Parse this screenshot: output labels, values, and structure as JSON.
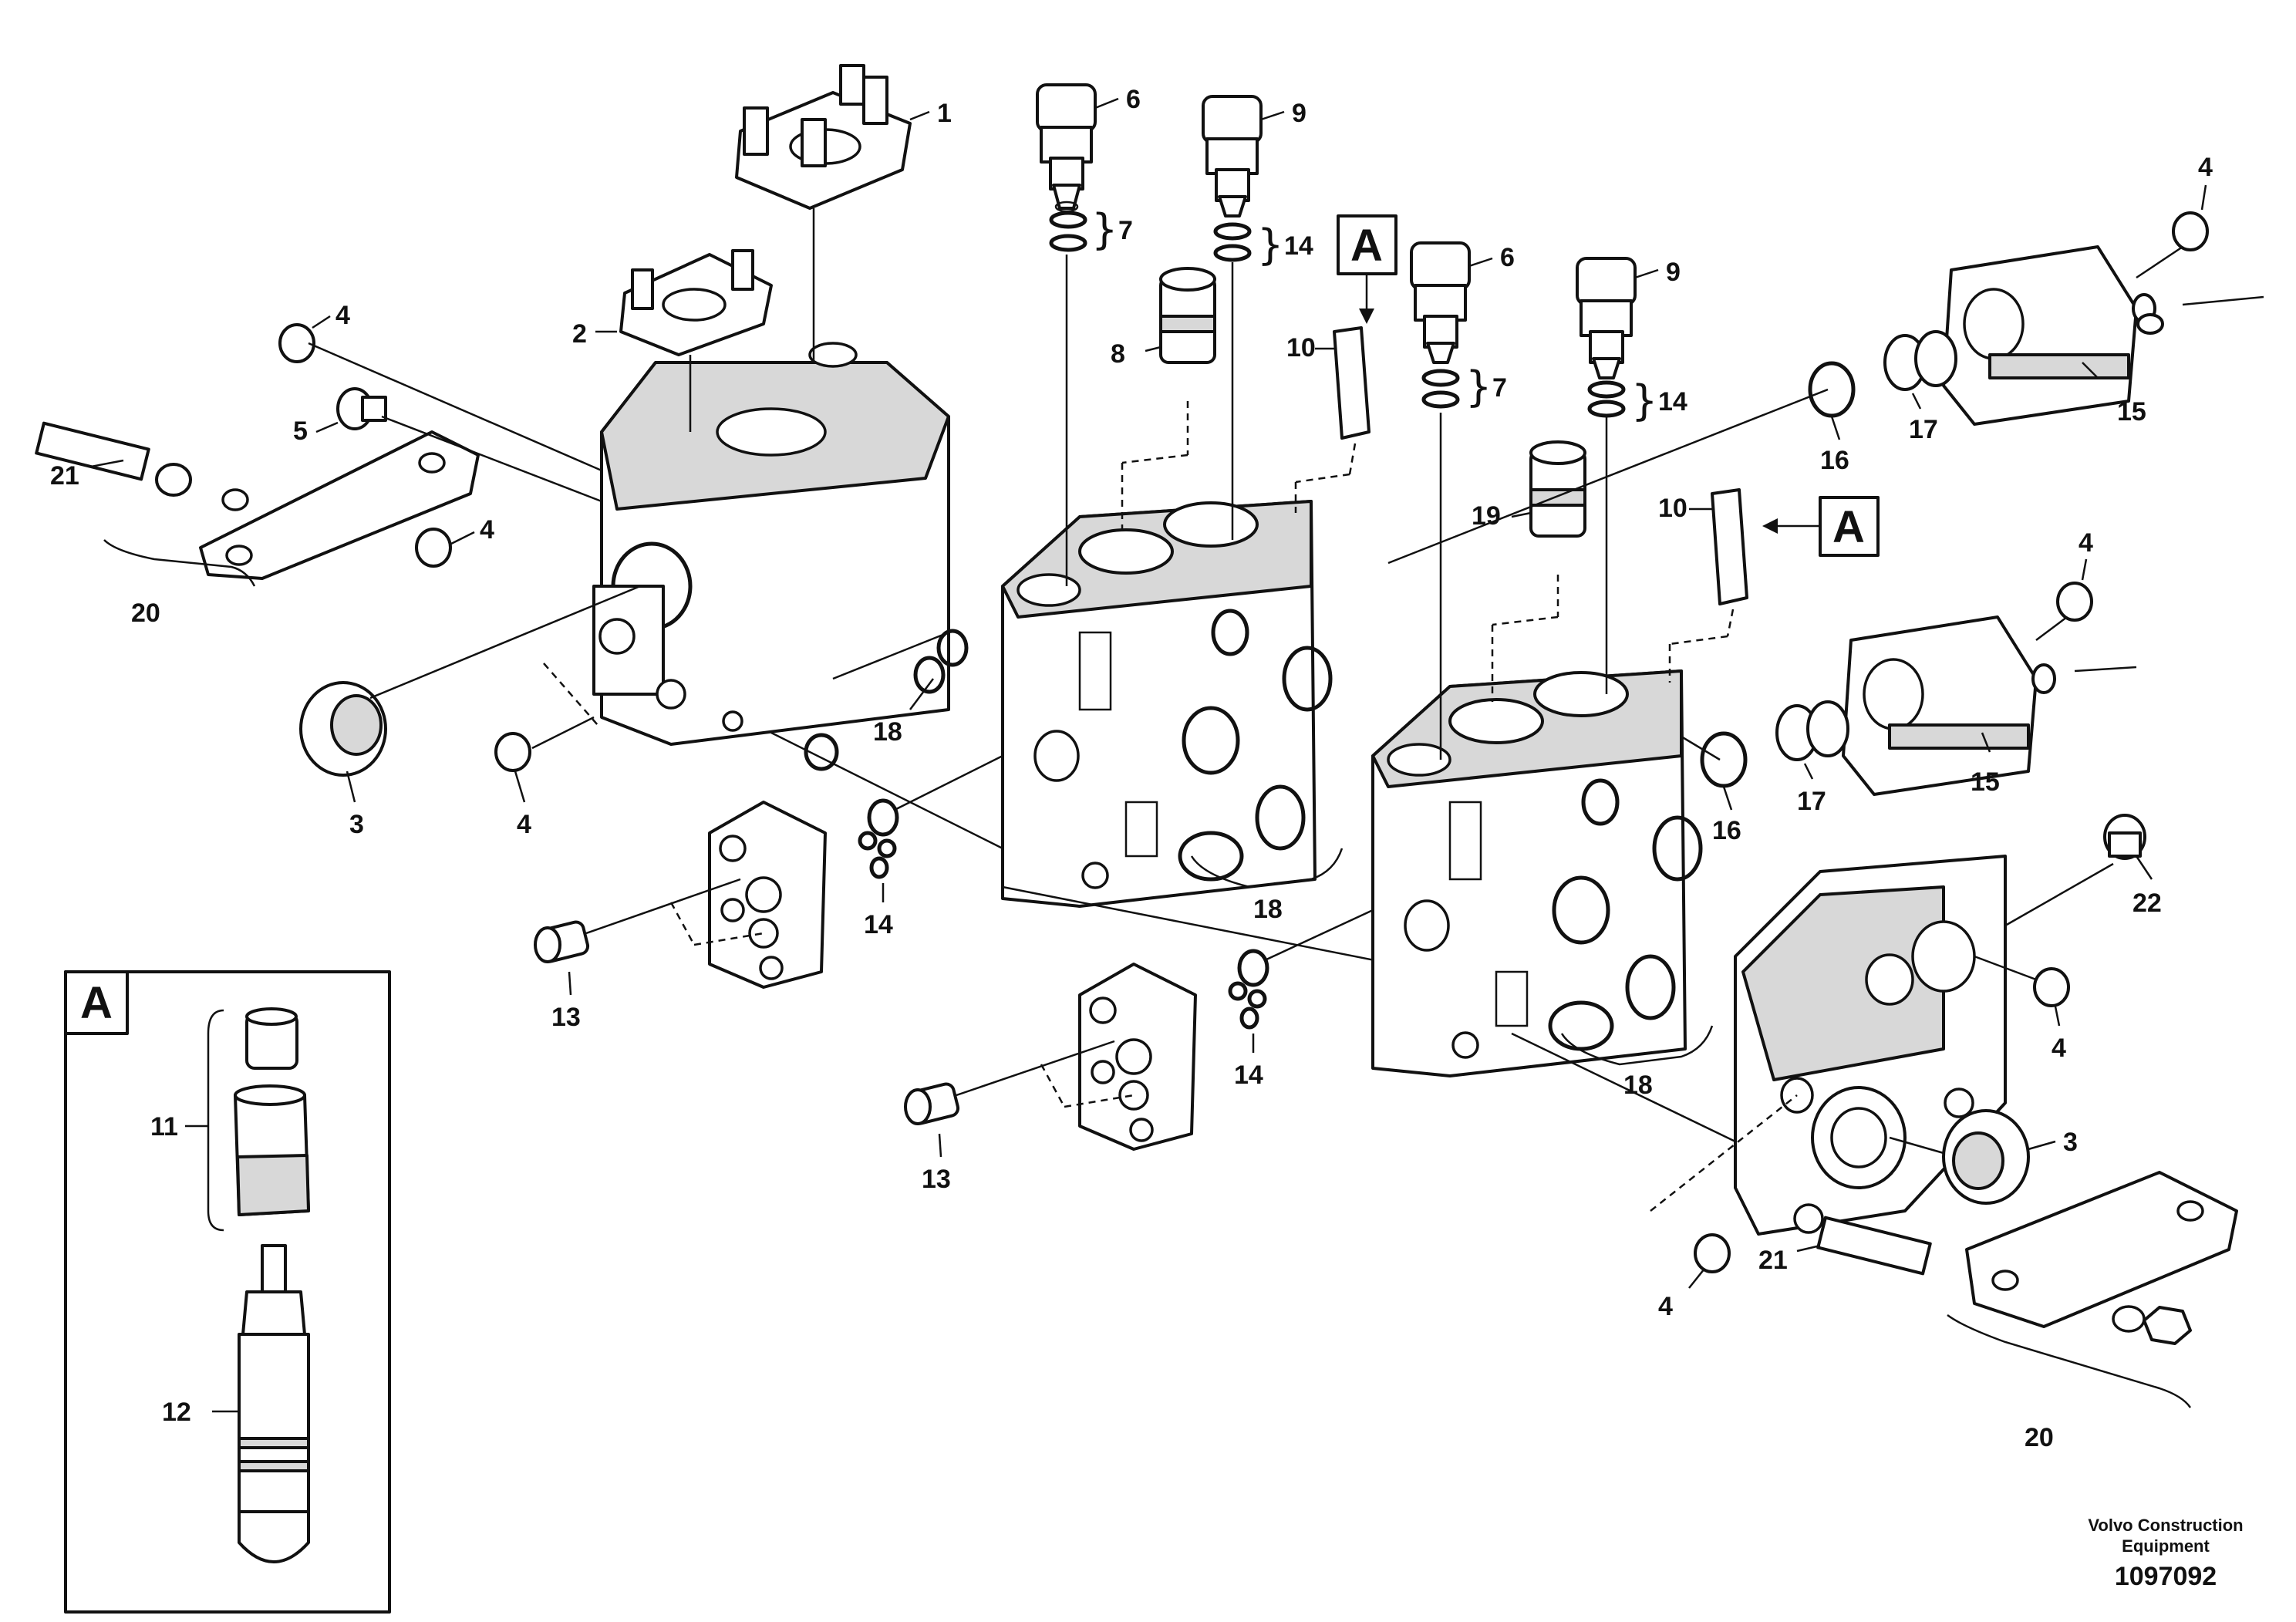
{
  "callouts": {
    "c1": "1",
    "c2": "2",
    "c3a": "3",
    "c3b": "3",
    "c4a": "4",
    "c4b": "4",
    "c4c": "4",
    "c4d": "4",
    "c4e": "4",
    "c4f": "4",
    "c4g": "4",
    "c5": "5",
    "c6a": "6",
    "c6b": "6",
    "c7a": "7",
    "c7b": "7",
    "c8": "8",
    "c9a": "9",
    "c9b": "9",
    "c10a": "10",
    "c10b": "10",
    "c11": "11",
    "c12": "12",
    "c13a": "13",
    "c13b": "13",
    "c14a": "14",
    "c14b": "14",
    "c14c": "14",
    "c14d": "14",
    "c15a": "15",
    "c15b": "15",
    "c16a": "16",
    "c16b": "16",
    "c17a": "17",
    "c17b": "17",
    "c18a": "18",
    "c18b": "18",
    "c18c": "18",
    "c19": "19",
    "c20a": "20",
    "c20b": "20",
    "c21a": "21",
    "c21b": "21",
    "c22": "22"
  },
  "detail_refs": {
    "top": "A",
    "right": "A",
    "inset": "A"
  },
  "footer": {
    "company_line1": "Volvo Construction",
    "company_line2": "Equipment",
    "drawing_number": "1097092"
  }
}
